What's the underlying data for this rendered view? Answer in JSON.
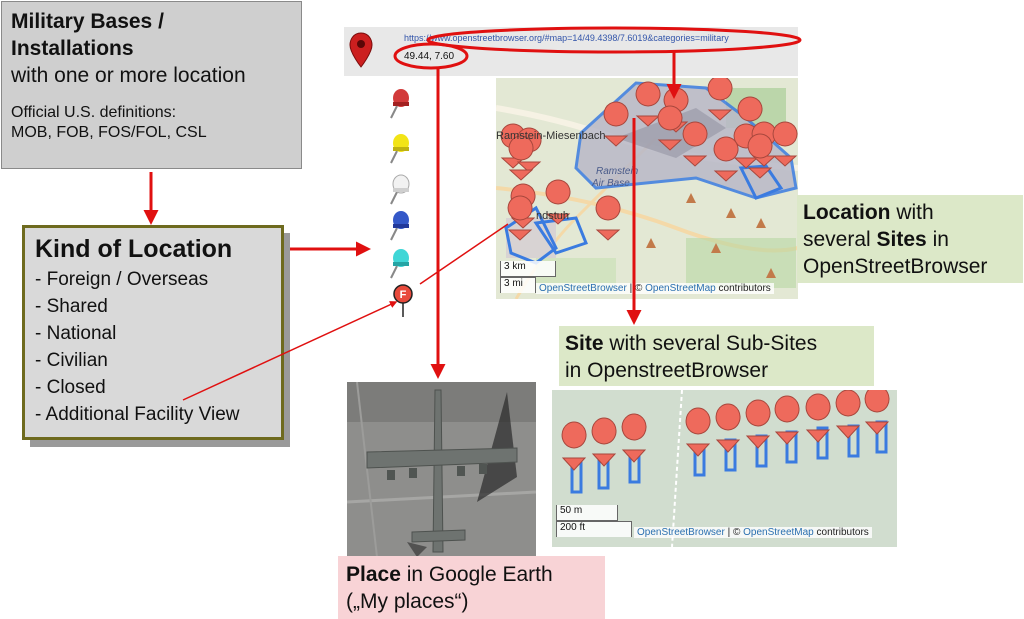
{
  "military_box": {
    "line1": "Military Bases /",
    "line2": "Installations",
    "line3": "with one or more location",
    "def_line1": "Official U.S. definitions:",
    "def_line2": "MOB, FOB, FOS/FOL, CSL"
  },
  "kind_box": {
    "title": "Kind of Location",
    "items": [
      "- Foreign / Overseas",
      "- Shared",
      "- National",
      "- Civilian",
      "- Closed",
      "- Additional Facility View"
    ]
  },
  "url_bar": {
    "url": "https://www.openstreetbrowser.org/#map=14/49.4398/7.6019&categories=military",
    "coords": "49.44, 7.60"
  },
  "pin_icons": [
    "red-pushpin-icon",
    "yellow-pushpin-icon",
    "white-pushpin-icon",
    "blue-pushpin-icon",
    "cyan-pushpin-icon",
    "red-f-marker-icon"
  ],
  "marker_letter": "F",
  "map1": {
    "place_labels": [
      "Ramstein-Miesenbach",
      "Ramstein",
      "Air Base",
      "ndstuh"
    ],
    "scale_km": "3 km",
    "scale_mi": "3 mi",
    "attribution_link1": "OpenStreetBrowser",
    "attribution_sep": " | © ",
    "attribution_link2": "OpenStreetMap",
    "attribution_tail": " contributors"
  },
  "map2": {
    "scale_m": "50 m",
    "scale_ft": "200 ft",
    "attribution_link1": "OpenStreetBrowser",
    "attribution_sep": " | © ",
    "attribution_link2": "OpenStreetMap",
    "attribution_tail": " contributors"
  },
  "location_label": {
    "w1": "Location",
    "w2": " with",
    "w3": "several ",
    "w4": "Sites",
    "w5": " in",
    "w6": "OpenStreetBrowser"
  },
  "site_label": {
    "w1": "Site",
    "w2": " with several Sub-Sites",
    "w3": "in OpenstreetBrowser"
  },
  "place_label": {
    "w1": "Place",
    "w2": " in Google Earth",
    "w3": "(„My places“)"
  },
  "colors": {
    "arrow": "#e01010",
    "marker": "#ee6a5c",
    "site_outline": "#3a7be0",
    "location_bg": "#dce8c8",
    "place_bg": "#f8d3d6"
  }
}
